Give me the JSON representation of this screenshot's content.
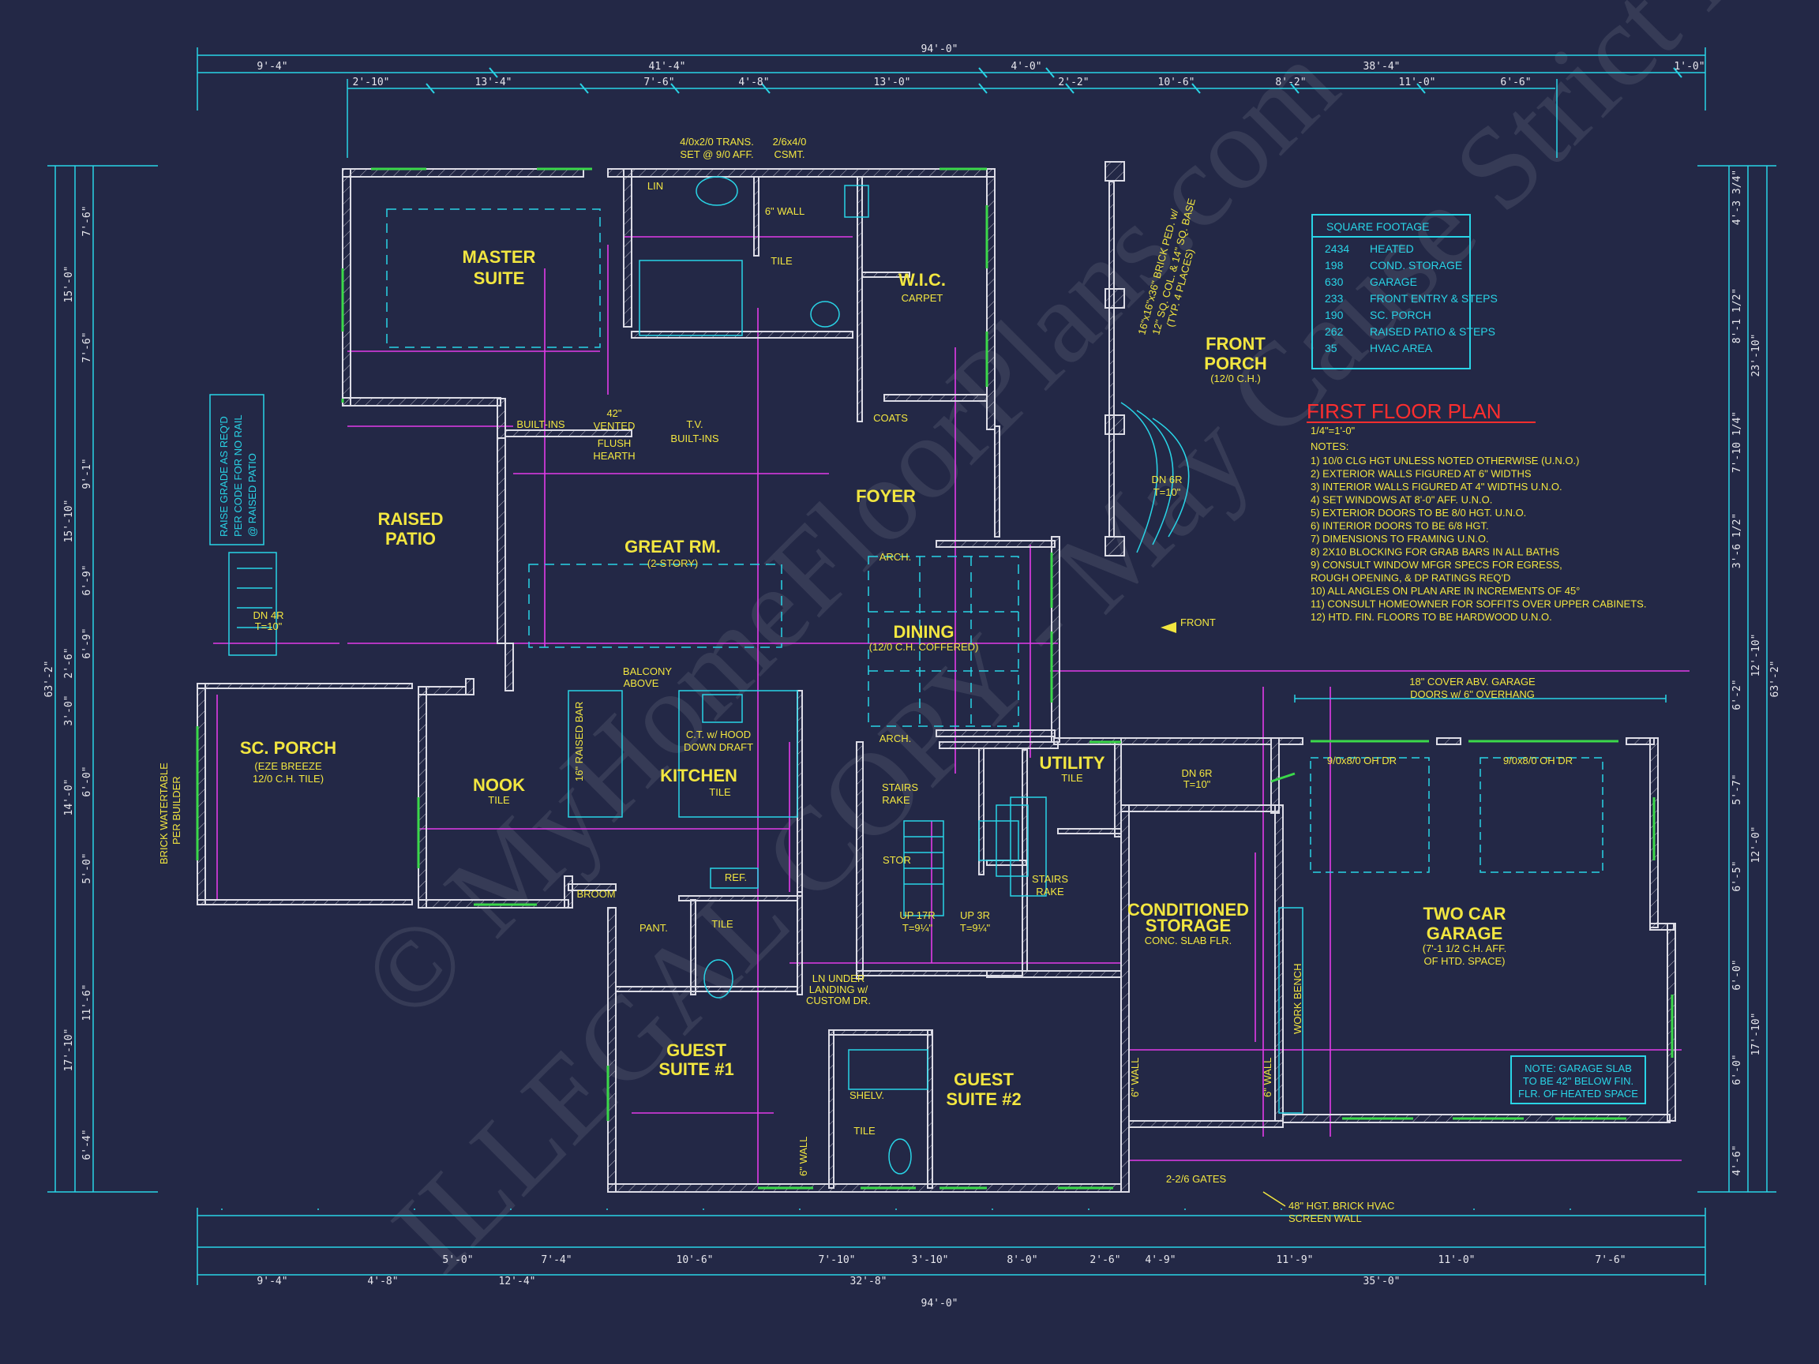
{
  "title": {
    "plan_title": "FIRST FLOOR PLAN",
    "scale": "1/4\"=1'-0\""
  },
  "square_footage": {
    "header": "SQUARE FOOTAGE",
    "rows": [
      {
        "value": "2434",
        "label": "HEATED"
      },
      {
        "value": "198",
        "label": "COND. STORAGE"
      },
      {
        "value": "630",
        "label": "GARAGE"
      },
      {
        "value": "233",
        "label": "FRONT ENTRY & STEPS"
      },
      {
        "value": "190",
        "label": "SC. PORCH"
      },
      {
        "value": "262",
        "label": "RAISED PATIO & STEPS"
      },
      {
        "value": "35",
        "label": "HVAC AREA"
      }
    ]
  },
  "notes": {
    "header": "NOTES:",
    "items": [
      "1) 10/0 CLG HGT UNLESS NOTED OTHERWISE (U.N.O.)",
      "2) EXTERIOR WALLS FIGURED AT 6\" WIDTHS",
      "3) INTERIOR WALLS FIGURED AT 4\" WIDTHS U.N.O.",
      "4) SET WINDOWS AT 8'-0\" AFF. U.N.O.",
      "5) EXTERIOR DOORS TO BE 8/0 HGT. U.N.O.",
      "6) INTERIOR DOORS TO BE 6/8 HGT.",
      "7) DIMENSIONS TO FRAMING U.N.O.",
      "8) 2X10 BLOCKING FOR GRAB BARS IN ALL BATHS",
      "9) CONSULT WINDOW MFGR SPECS FOR EGRESS,",
      "   ROUGH OPENING, & DP RATINGS REQ'D",
      "10) ALL ANGLES ON PLAN ARE IN INCREMENTS OF 45°",
      "11) CONSULT HOMEOWNER FOR SOFFITS OVER UPPER CABINETS.",
      "12) HTD. FIN. FLOORS TO BE HARDWOOD U.N.O."
    ]
  },
  "rooms": {
    "master_suite": [
      "MASTER",
      "SUITE"
    ],
    "wic": "W.I.C.",
    "wic_sub": "CARPET",
    "front_porch": [
      "FRONT",
      "PORCH"
    ],
    "front_porch_sub": "(12/0 C.H.)",
    "raised_patio": [
      "RAISED",
      "PATIO"
    ],
    "great_rm": "GREAT RM.",
    "great_rm_sub": "(2-STORY)",
    "foyer": "FOYER",
    "dining": "DINING",
    "dining_sub": "(12/0 C.H. COFFERED)",
    "sc_porch": "SC. PORCH",
    "sc_porch_sub": [
      "(EZE BREEZE",
      "12/0 C.H. TILE)"
    ],
    "nook": "NOOK",
    "nook_sub": "TILE",
    "kitchen": "KITCHEN",
    "kitchen_sub": "TILE",
    "utility": "UTILITY",
    "utility_sub": "TILE",
    "conditioned_storage": [
      "CONDITIONED",
      "STORAGE"
    ],
    "conditioned_storage_sub": "CONC. SLAB FLR.",
    "two_car_garage": [
      "TWO CAR",
      "GARAGE"
    ],
    "garage_sub": [
      "(7'-1 1/2 C.H. AFF.",
      "OF HTD. SPACE)"
    ],
    "guest_suite_1": [
      "GUEST",
      "SUITE #1"
    ],
    "guest_suite_2": [
      "GUEST",
      "SUITE #2"
    ],
    "balcony": [
      "BALCONY",
      "ABOVE"
    ],
    "tile": "TILE",
    "pant": "PANT.",
    "broom": "BROOM",
    "ref": "REF.",
    "stor": "STOR",
    "coats": "COATS",
    "lin": "LIN"
  },
  "callouts": {
    "raise_grade": [
      "RAISE GRADE AS REQ'D",
      "PER CODE FOR NO RAIL",
      "@ RAISED PATIO"
    ],
    "brick_watertable": [
      "BRICK WATERTABLE",
      "PER BUILDER"
    ],
    "brick_fed": [
      "16\"x16\"x36\" BRICK PED. w/",
      "12\" SQ. COL. & 14\" SQ. BASE",
      "(TYP. 4 PLACES)"
    ],
    "front_arrow": "FRONT",
    "garage_cover": [
      "18\" COVER ABV. GARAGE",
      "DOORS w/ 6\" OVERHANG"
    ],
    "garage_note": [
      "NOTE: GARAGE SLAB",
      "TO BE 42\" BELOW FIN.",
      "FLR. OF HEATED SPACE"
    ],
    "brick_hvac": [
      "48\" HGT. BRICK HVAC",
      "SCREEN WALL"
    ],
    "trans_top": [
      "4/0x2/0 TRANS.",
      "SET @ 9/0 AFF."
    ],
    "csmt_top": [
      "2/6x4/0",
      "CSMT."
    ],
    "oh_dr_1": "9/0x8/0 OH DR",
    "oh_dr_2": "9/0x8/0 OH DR",
    "work_bench": "WORK BENCH",
    "gates": "2-2/6 GATES",
    "fireplace": [
      "42\"",
      "VENTED",
      "FLUSH",
      "HEARTH"
    ],
    "built_ins": "BUILT-INS",
    "tv_built_ins": [
      "T.V.",
      "BUILT-INS"
    ],
    "ct_hood": [
      "C.T. w/ HOOD",
      "DOWN DRAFT"
    ],
    "raised_bar": "16\" RAISED BAR",
    "stairs_rake": [
      "STAIRS",
      "RAKE"
    ],
    "up_17r": [
      "UP 17R",
      "T=9¼\""
    ],
    "up_3r": [
      "UP 3R",
      "T=9¼\""
    ],
    "ln_under": [
      "LN UNDER",
      "LANDING w/",
      "CUSTOM DR."
    ],
    "dn_6r_front": [
      "DN 6R",
      "T=10\""
    ],
    "dn_4r": [
      "DN 4R",
      "T=10\""
    ],
    "dn_6r_util": [
      "DN 6R",
      "T=10\""
    ],
    "shelv": "SHELV.",
    "wall_6": "6\" WALL",
    "arch": "ARCH."
  },
  "dimensions": {
    "overall_top": "94'-0\"",
    "top_row_2": [
      "9'-4\"",
      "41'-4\"",
      "4'-0\"",
      "38'-4\"",
      "1'-0\""
    ],
    "top_row_3": [
      "2'-10\"",
      "13'-4\"",
      "7'-6\"",
      "4'-8\"",
      "13'-0\"",
      "2'-2\"",
      "10'-6\"",
      "8'-2\"",
      "11'-0\"",
      "6'-6\""
    ],
    "overall_bottom": "94'-0\"",
    "bottom_row_2": [
      "9'-4\"",
      "4'-8\"",
      "12'-4\"",
      "32'-8\"",
      "35'-0\""
    ],
    "bottom_row_3": [
      "5'-0\"",
      "7'-4\"",
      "10'-6\"",
      "7'-10\"",
      "3'-10\"",
      "8'-0\"",
      "2'-6\"",
      "4'-9\"",
      "11'-9\"",
      "11'-0\"",
      "7'-6\""
    ],
    "left_overall": "63'-2\"",
    "left_row_2": [
      "15'-0\"",
      "15'-10\"",
      "2'-6\"",
      "3'-0\"",
      "14'-0\"",
      "17'-10\""
    ],
    "left_row_3": [
      "7'-6\"",
      "7'-6\"",
      "9'-1\"",
      "6'-9\"",
      "6'-9\"",
      "6'-0\"",
      "5'-0\"",
      "11'-6\"",
      "6'-4\""
    ],
    "right_overall": "63'-2\"",
    "right_row_2": [
      "23'-10\"",
      "12'-10\"",
      "12'-0\"",
      "17'-10\""
    ],
    "right_row_3": [
      "4'-3 3/4\"",
      "8'-1 1/2\"",
      "7'-10 1/4\"",
      "3'-6 1/2\"",
      "6'-2\"",
      "5'-7\"",
      "6'-5\"",
      "6'-0\"",
      "6'-0\"",
      "4'-6\""
    ]
  },
  "watermarks": [
    "© MyHomeFloorPlans.com",
    "ILLEGAL COPY - May Cause Strict Penalties"
  ],
  "colors": {
    "background": "#232846",
    "wall": "#dcdce6",
    "dimension": "#29d4e6",
    "text": "#f2e640",
    "magenta": "#e23be8",
    "window": "#3bd84a",
    "title": "#ff2e2e"
  }
}
